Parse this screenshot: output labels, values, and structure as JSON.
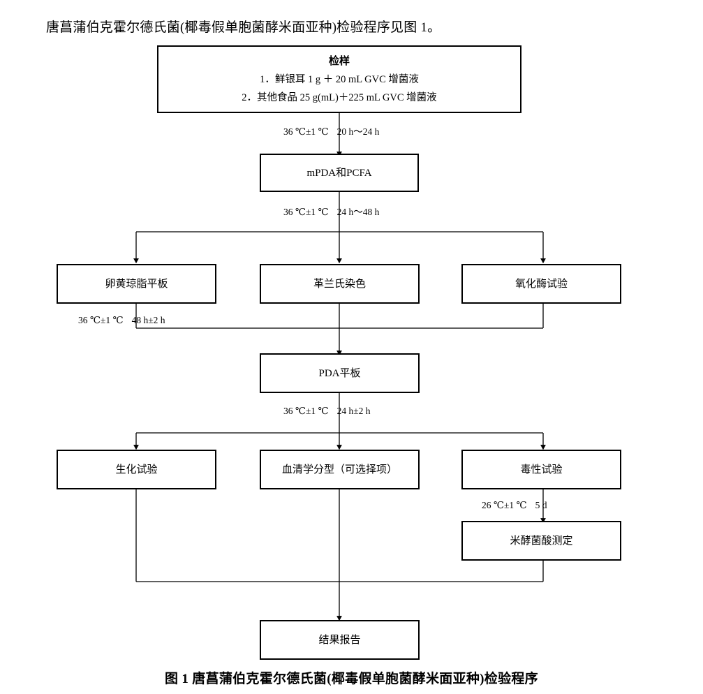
{
  "document": {
    "intro_text": "唐菖蒲伯克霍尔德氏菌(椰毒假单胞菌酵米面亚种)检验程序见图 1。",
    "figure_caption": "图 1   唐菖蒲伯克霍尔德氏菌(椰毒假单胞菌酵米面亚种)检验程序"
  },
  "colors": {
    "line": "#000000",
    "box_border": "#000000",
    "background": "#ffffff",
    "text": "#000000"
  },
  "flowchart": {
    "type": "flowchart",
    "nodes": {
      "sample": {
        "title": "检样",
        "item1": "1．鲜银耳 1 g ＋ 20 mL GVC 增菌液",
        "item2": "2．其他食品 25 g(mL)＋225 mL GVC 增菌液"
      },
      "mpda_pcfa": "mPDA和PCFA",
      "egg_yolk_agar": "卵黄琼脂平板",
      "gram_stain": "革兰氏染色",
      "oxidase_test": "氧化酶试验",
      "pda_plate": "PDA平板",
      "biochemical_test": "生化试验",
      "serotyping": "血清学分型（可选择项）",
      "toxicity_test": "毒性试验",
      "bongkrekic_acid": "米酵菌酸测定",
      "result_report": "结果报告"
    },
    "conditions": {
      "cond1": {
        "temperature": "36 ℃±1 ℃",
        "duration": "20 h～24 h"
      },
      "cond2": {
        "temperature": "36 ℃±1 ℃",
        "duration": "24 h～48 h"
      },
      "cond3": {
        "temperature": "36 ℃±1 ℃",
        "duration": "48 h±2 h"
      },
      "cond4": {
        "temperature": "36 ℃±1 ℃",
        "duration": "24 h±2 h"
      },
      "cond5": {
        "temperature": "26 ℃±1 ℃",
        "duration": "5 d"
      }
    }
  }
}
